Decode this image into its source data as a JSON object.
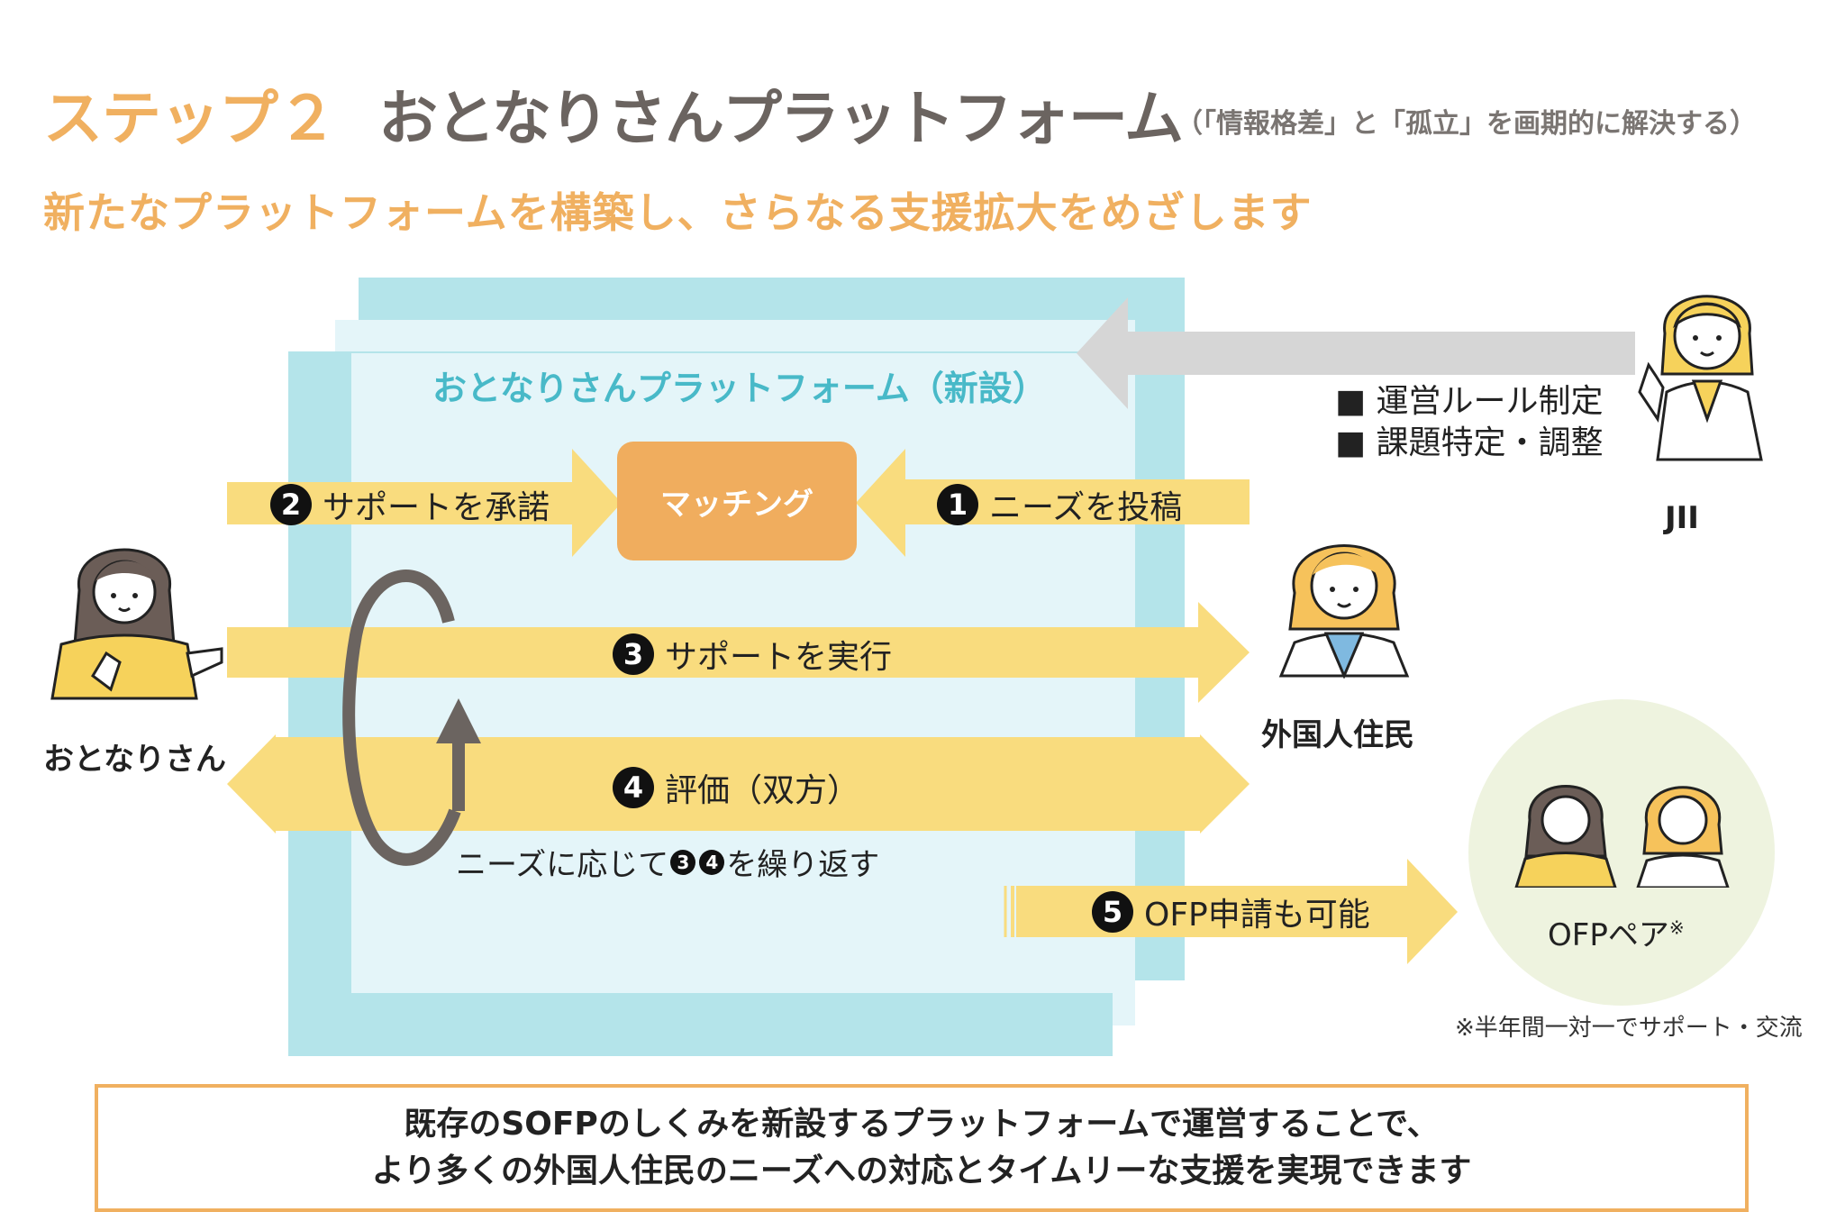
{
  "header": {
    "step_label": "ステップ２",
    "title": "おとなりさんプラットフォーム",
    "subtitle": "（「情報格差」と「孤立」を画期的に解決する）",
    "headline": "新たなプラットフォームを構築し、さらなる支援拡大をめざします"
  },
  "platform": {
    "label": "おとなりさんプラットフォーム（新設）",
    "matching_label": "マッチング"
  },
  "steps": [
    {
      "num": "1",
      "label": "ニーズを投稿"
    },
    {
      "num": "2",
      "label": "サポートを承諾"
    },
    {
      "num": "3",
      "label": "サポートを実行"
    },
    {
      "num": "4",
      "label": "評価（双方）"
    },
    {
      "num": "5",
      "label": "OFP申請も可能"
    }
  ],
  "loop": {
    "prefix": "ニーズに応じて",
    "num_a": "3",
    "num_b": "4",
    "suffix": "を繰り返す"
  },
  "jii": {
    "items": [
      "■ 運営ルール制定",
      "■ 課題特定・調整"
    ],
    "label": "JII"
  },
  "people": {
    "otonari": "おとなりさん",
    "resident": "外国人住民",
    "ofp_pair": "OFPペア",
    "ofp_mark": "※",
    "footnote": "※半年間一対一でサポート・交流"
  },
  "bottom": {
    "line1": "既存のSOFPのしくみを新設するプラットフォームで運営することで、",
    "line2": "より多くの外国人住民のニーズへの対応とタイムリーな支援を実現できます"
  },
  "colors": {
    "accent_orange": "#f0b060",
    "panel": "#b4e4ea",
    "panel_inner": "#e4f5f9",
    "arrow_yellow": "#f9dc7e",
    "arrow_gray": "#d6d6d6",
    "matching": "#f0ad5e",
    "title_gray": "#6b6460"
  }
}
